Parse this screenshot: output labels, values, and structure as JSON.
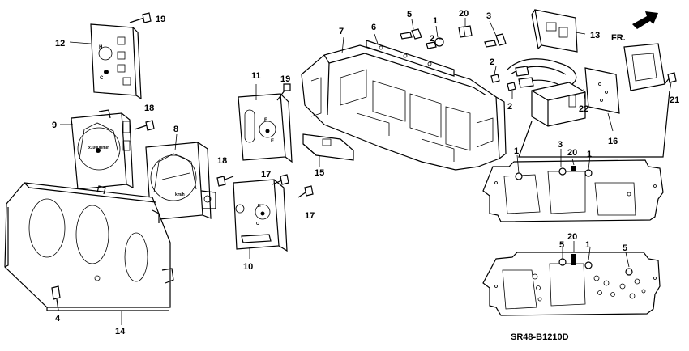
{
  "diagram": {
    "code": "SR48-B1210D",
    "fr_label": "FR.",
    "callouts": [
      "1",
      "1",
      "1",
      "1",
      "2",
      "2",
      "2",
      "3",
      "3",
      "4",
      "5",
      "5",
      "5",
      "6",
      "7",
      "8",
      "9",
      "10",
      "11",
      "12",
      "13",
      "14",
      "15",
      "16",
      "17",
      "17",
      "18",
      "18",
      "19",
      "19",
      "20",
      "20",
      "20",
      "21",
      "22"
    ],
    "dial_marks": {
      "tach_scale": "x1000r/min",
      "speedo_unit": "km/h",
      "fuel_full": "F",
      "fuel_empty": "E",
      "temp_hot": "H",
      "temp_cold": "C"
    }
  }
}
